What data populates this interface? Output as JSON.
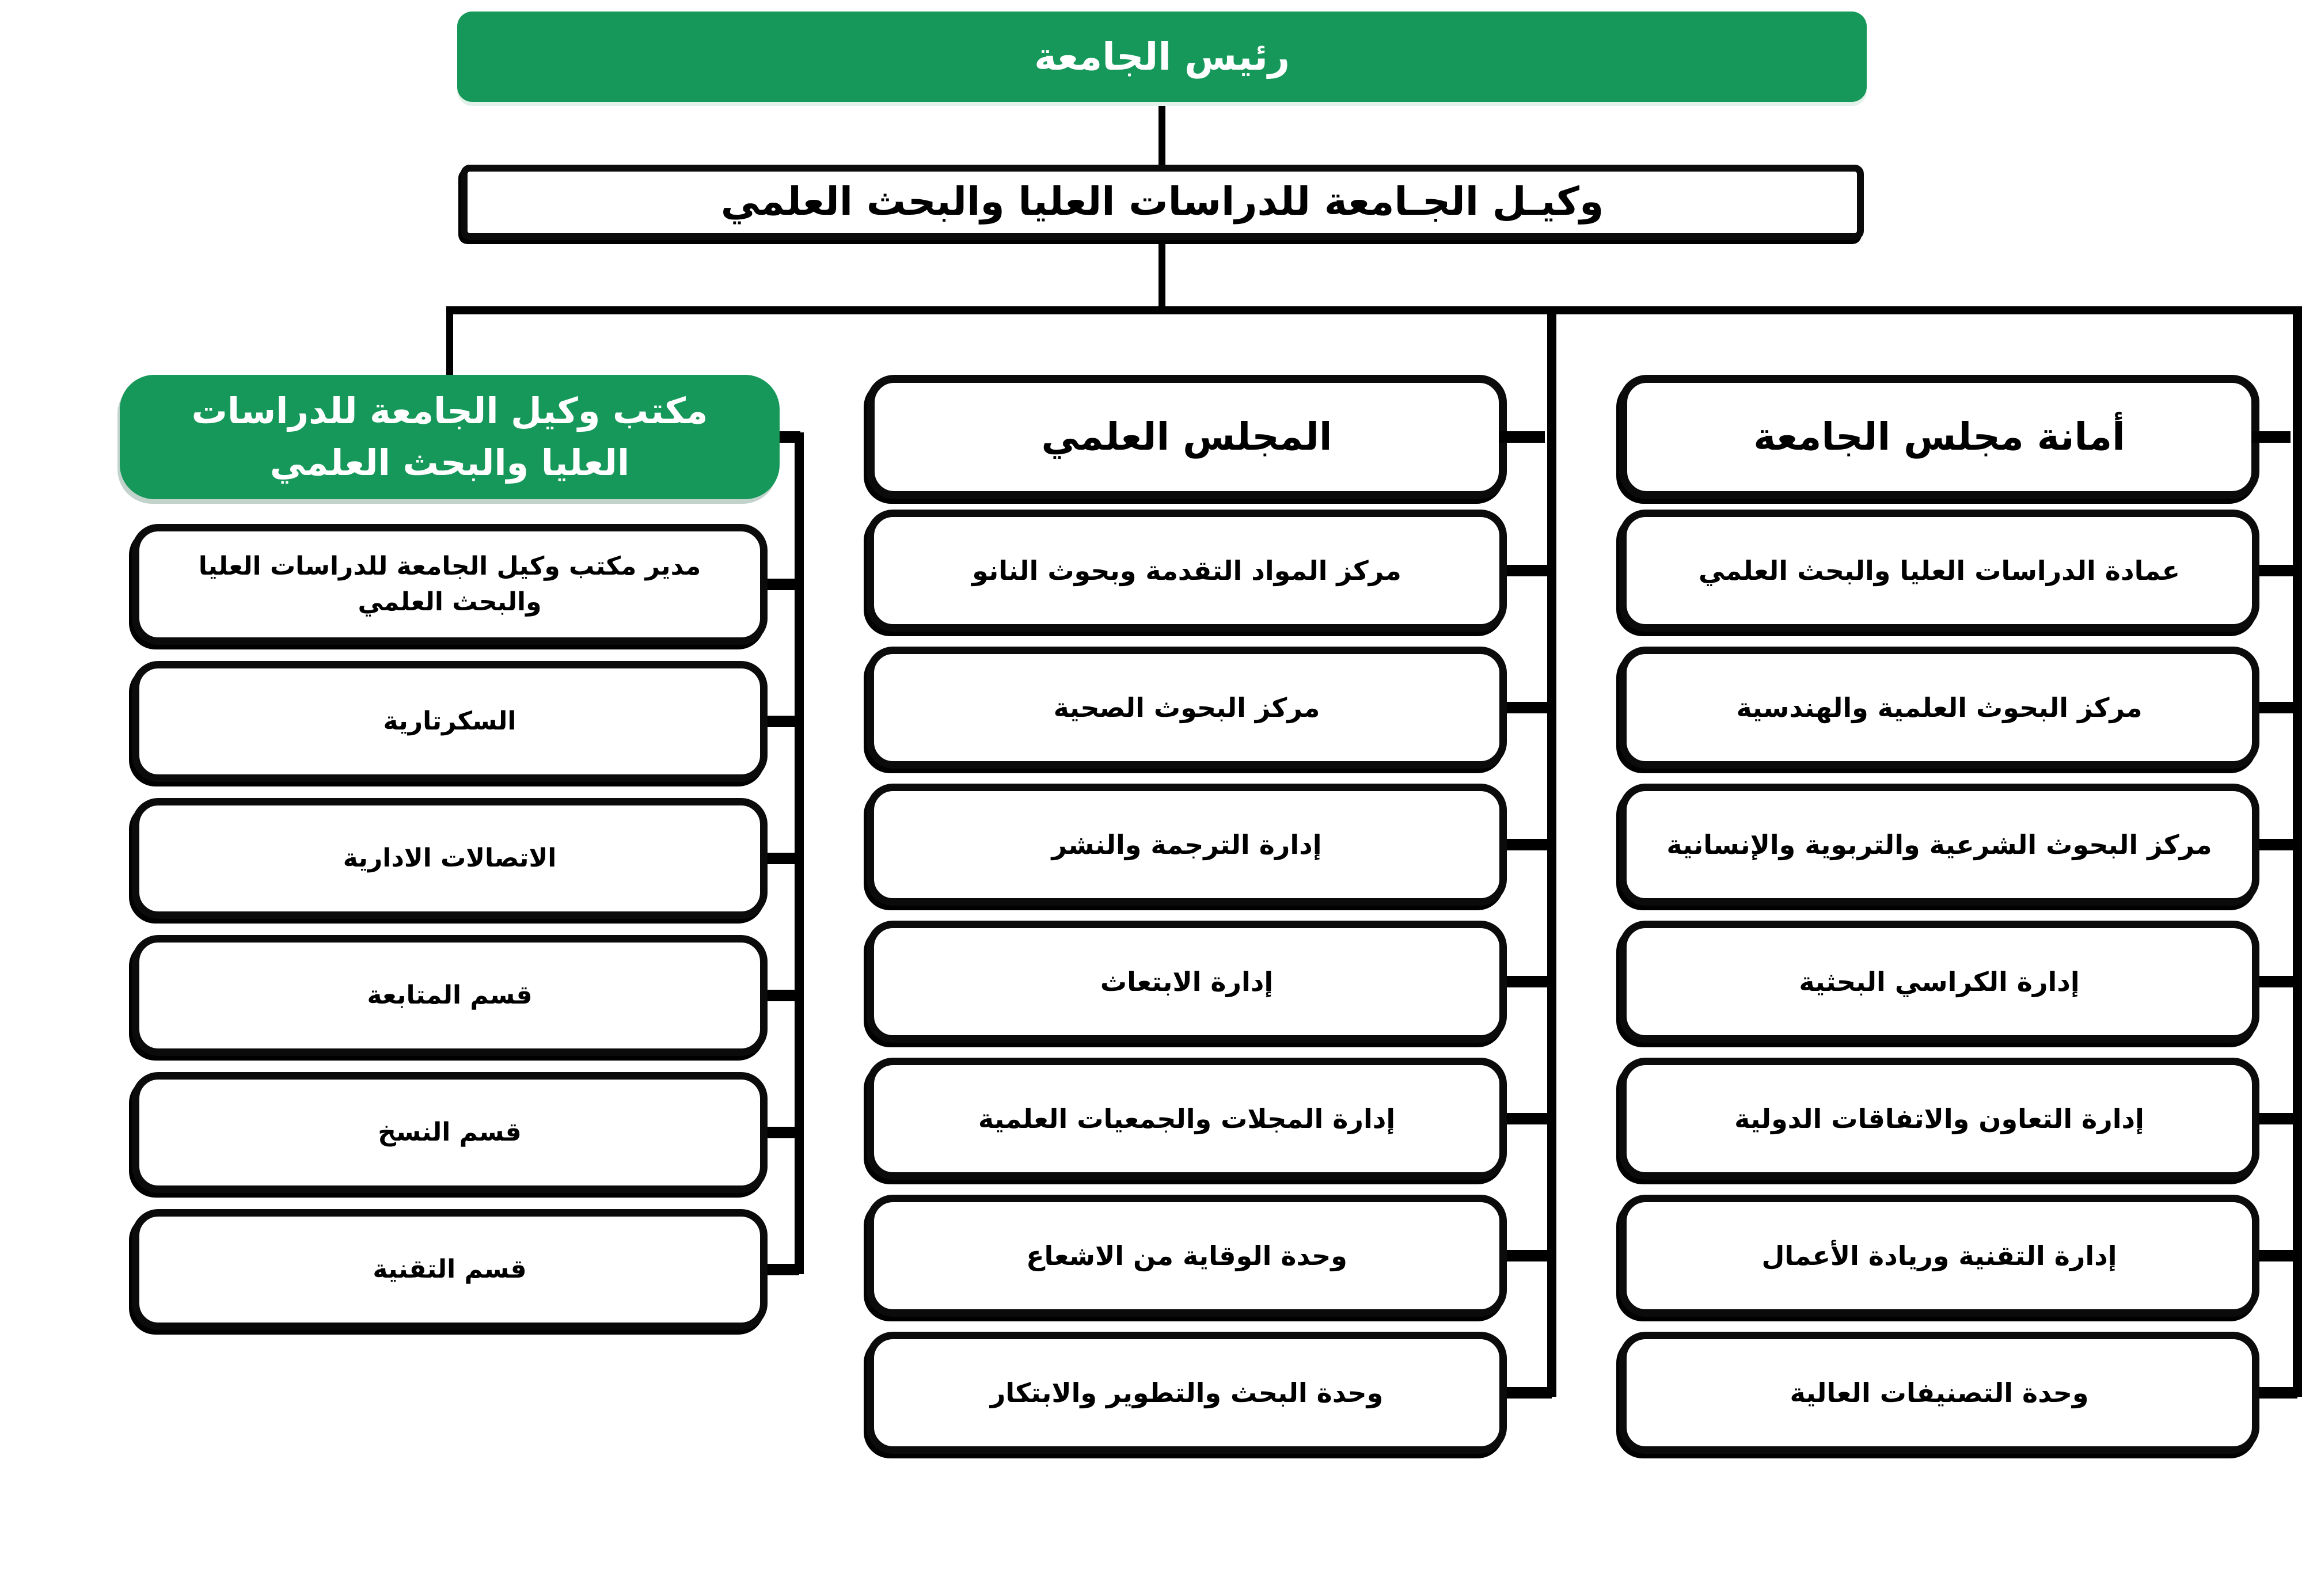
{
  "org_chart": {
    "root": "رئيس الجامعة",
    "vice_rector": "وكيـل الجـامعة للدراسات العليا والبحث العلمي",
    "branches": [
      {
        "name": "office-of-vice-rector",
        "header": "مكتب وكيل الجامعة للدراسات العليا والبحث العلمي",
        "header_style": "green",
        "children": [
          "مدير مكتب وكيل الجامعة للدراسات العليا والبحث العلمي",
          "السكرتارية",
          "الاتصالات الادارية",
          "قسم المتابعة",
          "قسم النسخ",
          "قسم التقنية"
        ]
      },
      {
        "name": "scientific-council",
        "header": "المجلس العلمي",
        "header_style": "white",
        "children": [
          "مركز المواد التقدمة وبحوث النانو",
          "مركز البحوث الصحية",
          "إدارة الترجمة والنشر",
          "إدارة الابتعاث",
          "إدارة المجلات والجمعيات العلمية",
          "وحدة الوقاية من الاشعاع",
          "وحدة البحث والتطوير والابتكار"
        ]
      },
      {
        "name": "university-council-secretariat",
        "header": "أمانة مجلس الجامعة",
        "header_style": "white",
        "children": [
          "عمادة الدراسات العليا والبحث العلمي",
          "مركز البحوث العلمية والهندسية",
          "مركز البحوث الشرعية والتربوية والإنسانية",
          "إدارة الكراسي البحثية",
          "إدارة التعاون والاتفاقات الدولية",
          "إدارة التقنية وريادة الأعمال",
          "وحدة التصنيفات العالية"
        ]
      }
    ],
    "colors": {
      "green": "#16985a",
      "line": "#000000",
      "text_on_green": "#ffffff",
      "text": "#000000"
    }
  }
}
